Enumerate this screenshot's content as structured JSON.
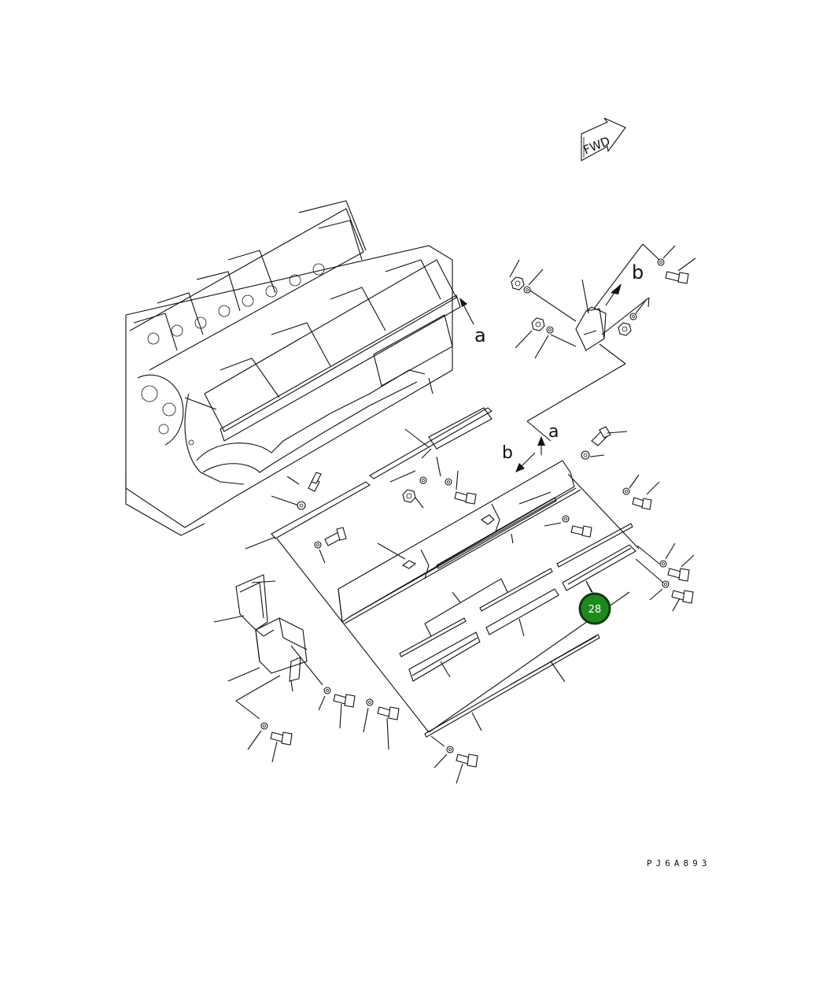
{
  "diagram": {
    "fwd_label": "FWD",
    "callouts": {
      "a_top": "a",
      "b_top": "b",
      "a_mid": "a",
      "b_mid": "b"
    },
    "highlight": {
      "number": "28",
      "fill": "#1e8a1e",
      "ring": "#0d3d0d"
    },
    "drawing_code": "PJ6A893"
  }
}
